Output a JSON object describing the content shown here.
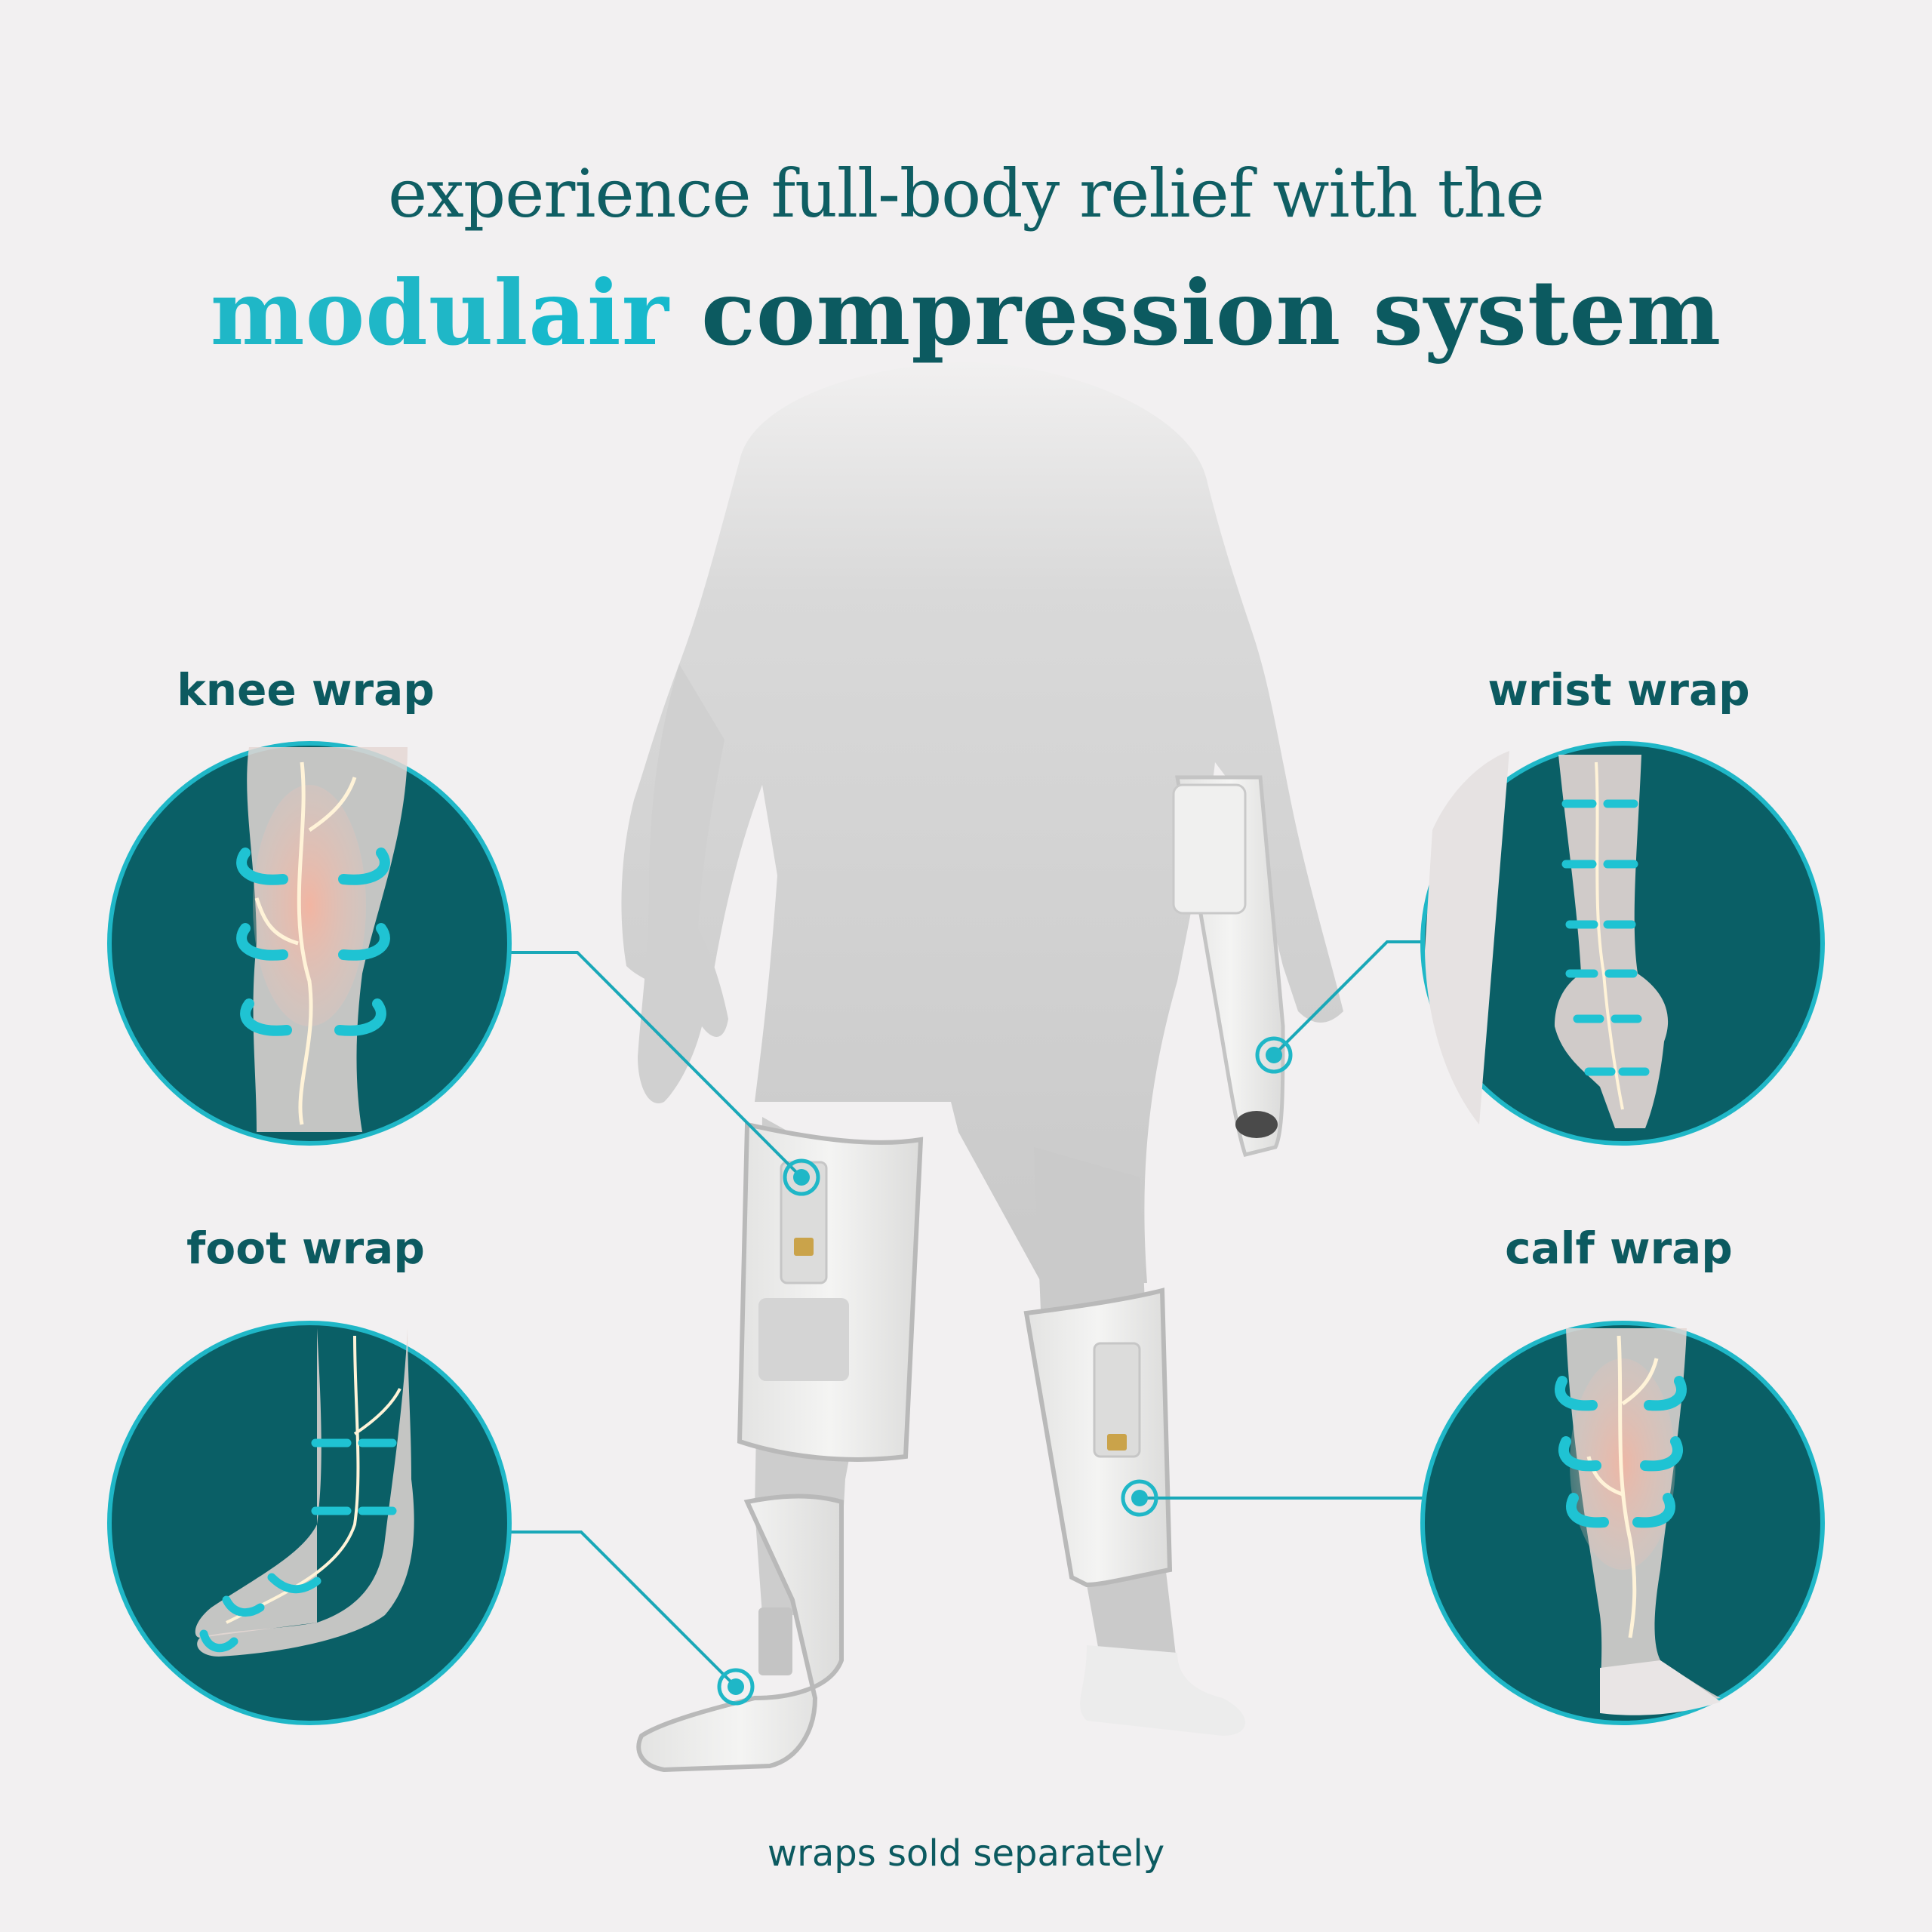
{
  "headline": {
    "line1": "experience full-body relief with the",
    "brand_part1": "modul",
    "brand_part2": "air",
    "line2_rest": " compression system"
  },
  "wraps": {
    "knee": "knee wrap",
    "wrist": "wrist wrap",
    "foot": "foot wrap",
    "calf": "calf wrap"
  },
  "footnote": "wraps sold separately",
  "colors": {
    "background": "#f2f0f1",
    "teal_dark": "#0c5a60",
    "teal_accent": "#1fb7c7",
    "circle_fill": "#0a5f66",
    "device_white": "#ebebea"
  }
}
